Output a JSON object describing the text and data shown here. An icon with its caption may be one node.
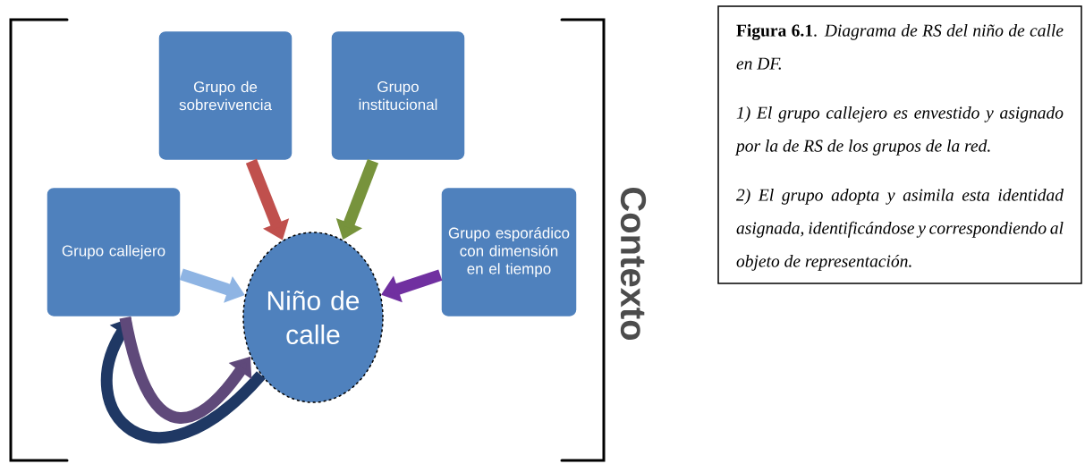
{
  "diagram": {
    "nodes": [
      {
        "text": [
          "Grupo de sobrevivencia"
        ]
      },
      {
        "text": [
          "Grupo institucional"
        ]
      },
      {
        "text": [
          "Grupo callejero"
        ]
      },
      {
        "text": [
          "Niño de calle"
        ]
      },
      {
        "text": [
          "Grupo esporádico con dimensión en el tiempo"
        ]
      },
      {
        "text": [
          "**Figura 6.1**. *Diagrama de RS del niño de calle en DF.*",
          "1) El grupo callejero es envestido y asignado por la de RS de los grupos de la red.",
          "2) El grupo adopta y asimila esta identidad asignada, identificándose y correspondiendo al objeto de representación."
        ]
      }
    ],
    "edges": [
      {
        "from": 0,
        "to": 3,
        "arrow": "to",
        "color": "#c0504d"
      },
      {
        "from": 1,
        "to": 3,
        "arrow": "to",
        "color": "#77933c"
      },
      {
        "from": 2,
        "to": 3,
        "arrow": "to",
        "color": "#8eb4e3"
      },
      {
        "from": 4,
        "to": 3,
        "arrow": "to",
        "color": "#7030a0"
      },
      {
        "from": 3,
        "to": 2,
        "arrow": "to",
        "color": "#1f3864"
      },
      {
        "from": 2,
        "to": 3,
        "arrow": "to",
        "color": "#5f497a"
      }
    ],
    "labels": [
      "Contexto"
    ]
  }
}
